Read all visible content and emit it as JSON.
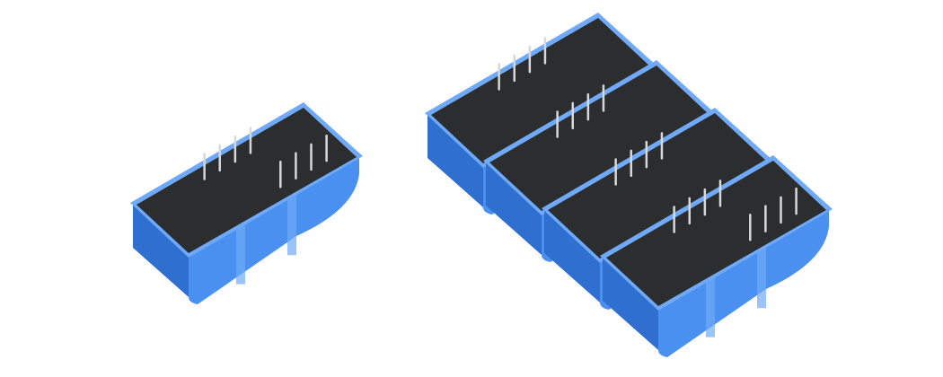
{
  "scene": {
    "background": "#ffffff",
    "body_color": "#4a90f0",
    "body_shade": "#2f6fd0",
    "body_highlight": "#6fa9f7",
    "potting_color": "#2b2d2e",
    "pin_color": "#d8d8d8",
    "single_module_count": 1,
    "stacked_module_count": 4,
    "pins_per_row": 4
  }
}
